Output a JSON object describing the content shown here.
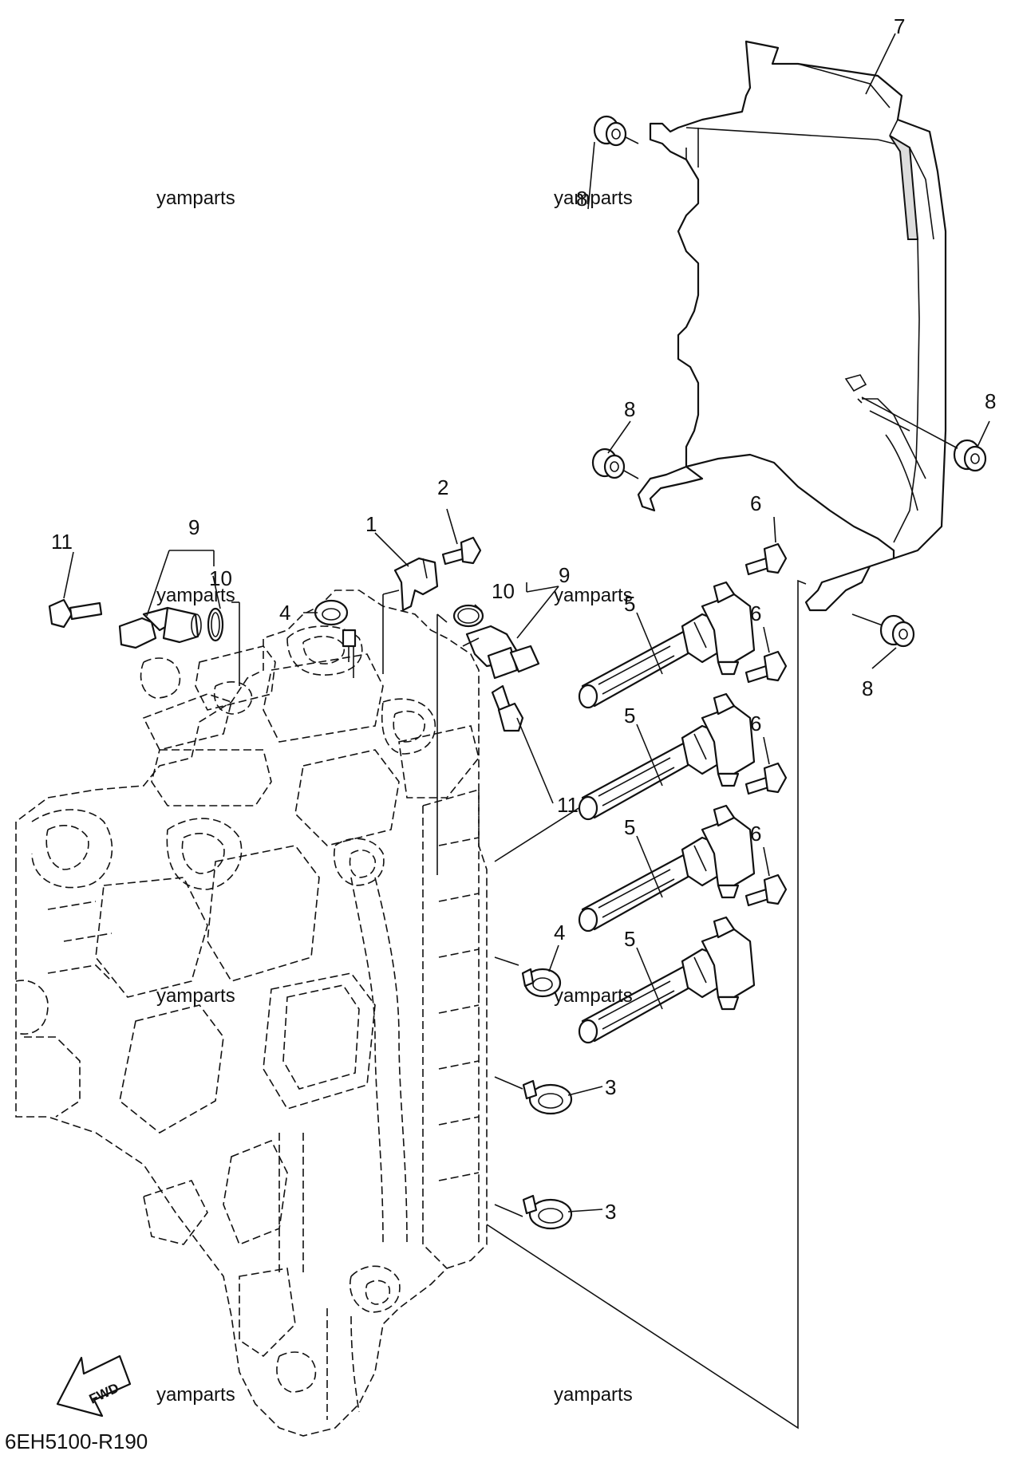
{
  "diagram": {
    "drawing_code": "6EH5100-R190",
    "fwd_label": "FWD",
    "watermarks": [
      "yamparts",
      "yamparts",
      "yamparts",
      "yamparts",
      "yamparts",
      "yamparts",
      "yamparts",
      "yamparts"
    ],
    "callouts": [
      "1",
      "2",
      "3",
      "3",
      "4",
      "4",
      "5",
      "5",
      "5",
      "5",
      "6",
      "6",
      "6",
      "6",
      "7",
      "8",
      "8",
      "8",
      "8",
      "9",
      "9",
      "10",
      "10",
      "11",
      "11"
    ]
  }
}
